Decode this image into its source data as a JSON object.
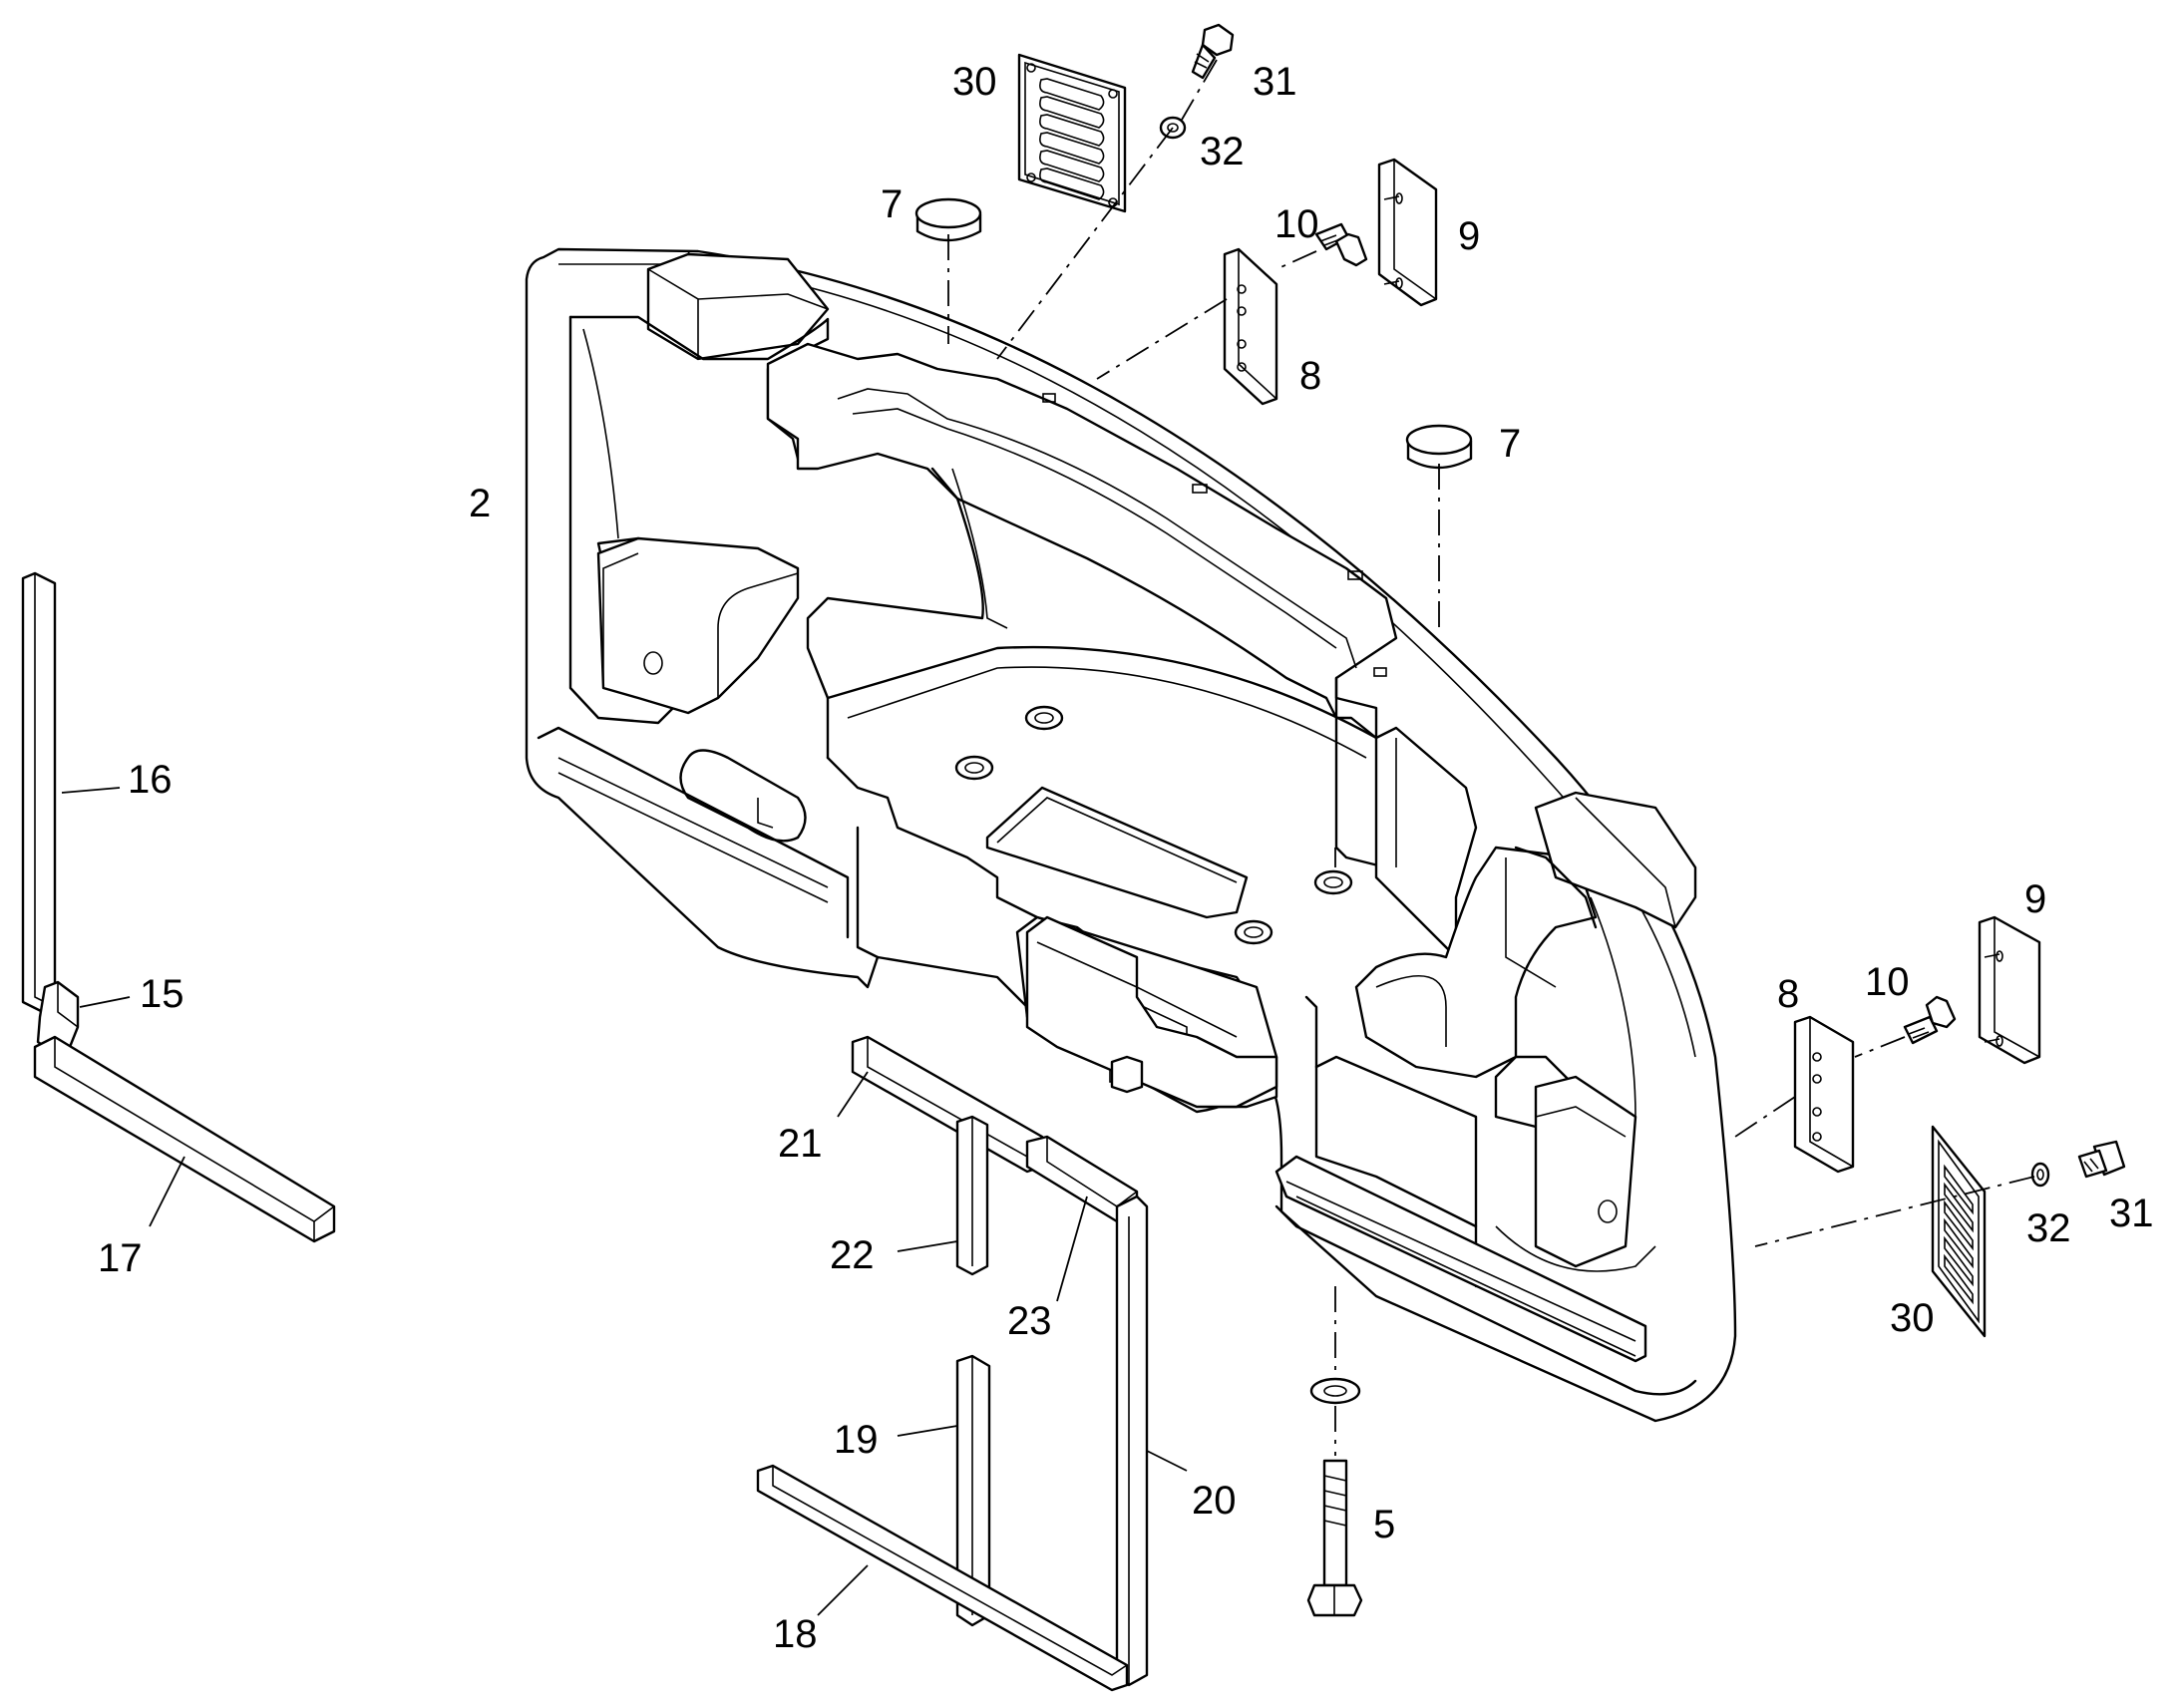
{
  "callouts": {
    "c2": "2",
    "c5": "5",
    "c7a": "7",
    "c7b": "7",
    "c8a": "8",
    "c8b": "8",
    "c9a": "9",
    "c9b": "9",
    "c10a": "10",
    "c10b": "10",
    "c15": "15",
    "c16": "16",
    "c17": "17",
    "c18": "18",
    "c19": "19",
    "c20": "20",
    "c21": "21",
    "c22": "22",
    "c23": "23",
    "c30a": "30",
    "c30b": "30",
    "c31a": "31",
    "c31b": "31",
    "c32a": "32",
    "c32b": "32"
  }
}
